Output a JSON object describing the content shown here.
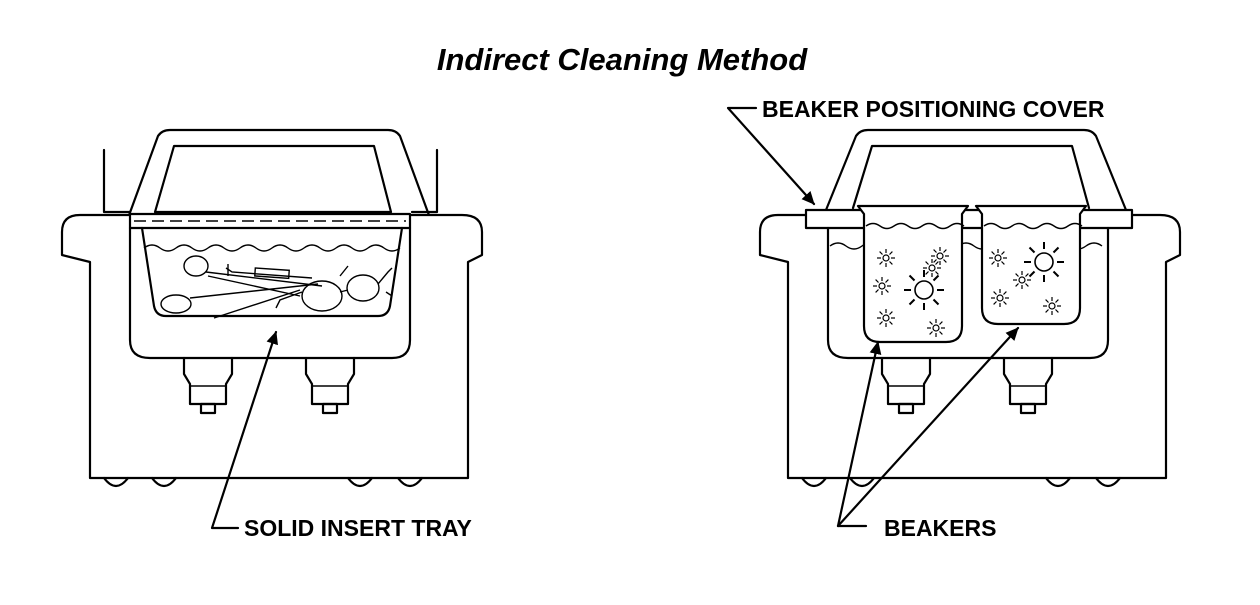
{
  "title": "Indirect Cleaning Method",
  "left_panel": {
    "label": "SOLID INSERT TRAY"
  },
  "right_panel": {
    "cover_label": "BEAKER POSITIONING COVER",
    "beakers_label": "BEAKERS"
  },
  "colors": {
    "line": "#000000",
    "background": "#ffffff"
  }
}
